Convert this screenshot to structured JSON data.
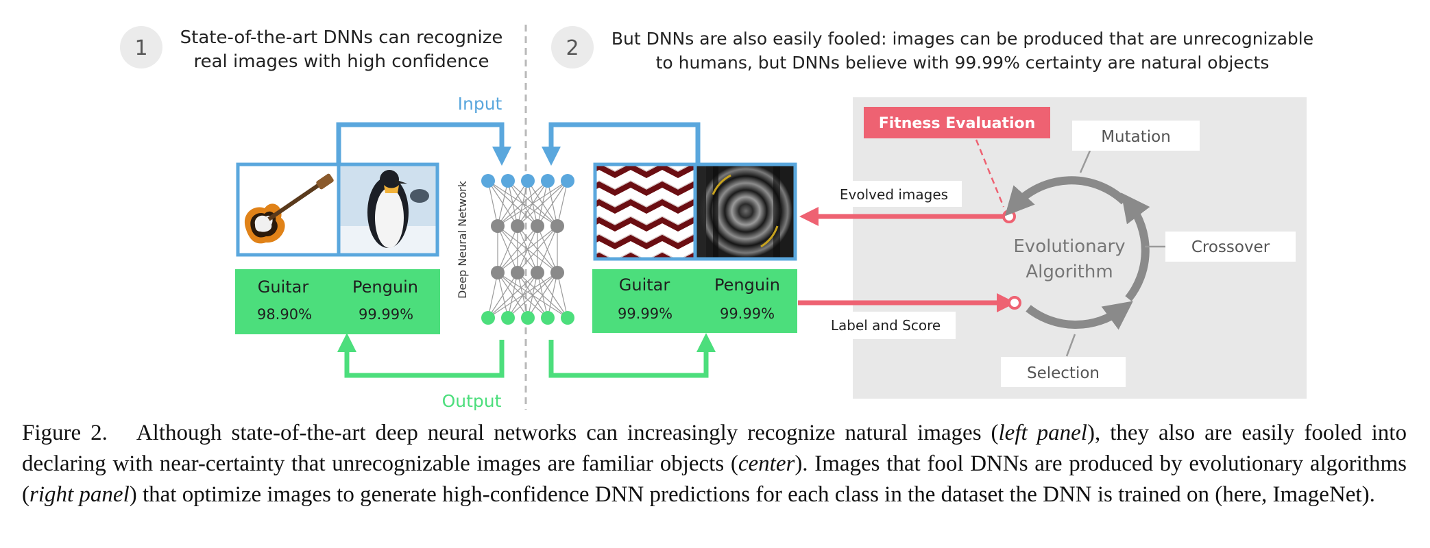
{
  "figure": {
    "step1": {
      "number": "1",
      "line1": "State-of-the-art DNNs can recognize",
      "line2": "real images with high confidence"
    },
    "step2": {
      "number": "2",
      "line1": "But DNNs are also easily fooled: images can be produced that are unrecognizable",
      "line2": "to humans, but DNNs believe with 99.99% certainty are natural objects"
    },
    "input_label": "Input",
    "output_label": "Output",
    "network_label": "Deep Neural Network",
    "left_results": [
      {
        "label": "Guitar",
        "score": "98.90%"
      },
      {
        "label": "Penguin",
        "score": "99.99%"
      }
    ],
    "right_results": [
      {
        "label": "Guitar",
        "score": "99.99%"
      },
      {
        "label": "Penguin",
        "score": "99.99%"
      }
    ],
    "evolved_images_label": "Evolved images",
    "label_and_score_label": "Label and Score",
    "fitness_evaluation": "Fitness Evaluation",
    "mutation": "Mutation",
    "crossover": "Crossover",
    "selection": "Selection",
    "ea_line1": "Evolutionary",
    "ea_line2": "Algorithm",
    "colors": {
      "blue": "#5aa7dd",
      "green": "#4cde7c",
      "red": "#ee6272",
      "panel": "#e8e8e8",
      "node_gray": "#8a8a8a"
    }
  },
  "caption": {
    "lead": "Figure 2.",
    "p1": "Although state-of-the-art deep neural networks can increasingly recognize natural images (",
    "i1": "left panel",
    "p2": "), they also are easily fooled into declaring with near-certainty that unrecognizable images are familiar objects (",
    "i2": "center",
    "p3": "). Images that fool DNNs are produced by evolutionary algorithms (",
    "i3": "right panel",
    "p4": ") that optimize images to generate high-confidence DNN predictions for each class in the dataset the DNN is trained on (here, ImageNet)."
  }
}
